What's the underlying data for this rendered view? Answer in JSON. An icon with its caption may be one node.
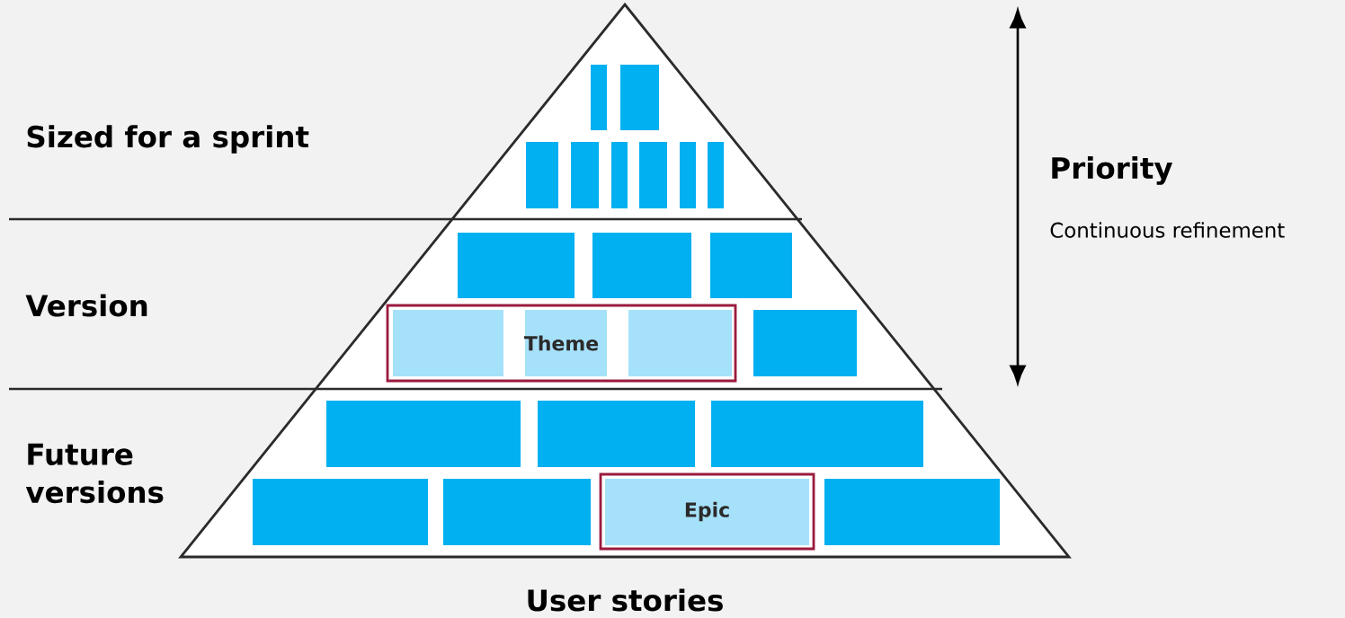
{
  "diagram": {
    "nodes": [
      {
        "text": [
          "Theme"
        ]
      },
      {
        "text": [
          "Epic"
        ]
      }
    ],
    "labels": [
      "Sized for a sprint",
      "Version",
      "Future versions",
      "Priority",
      "Continuous refinement",
      "User stories"
    ]
  }
}
